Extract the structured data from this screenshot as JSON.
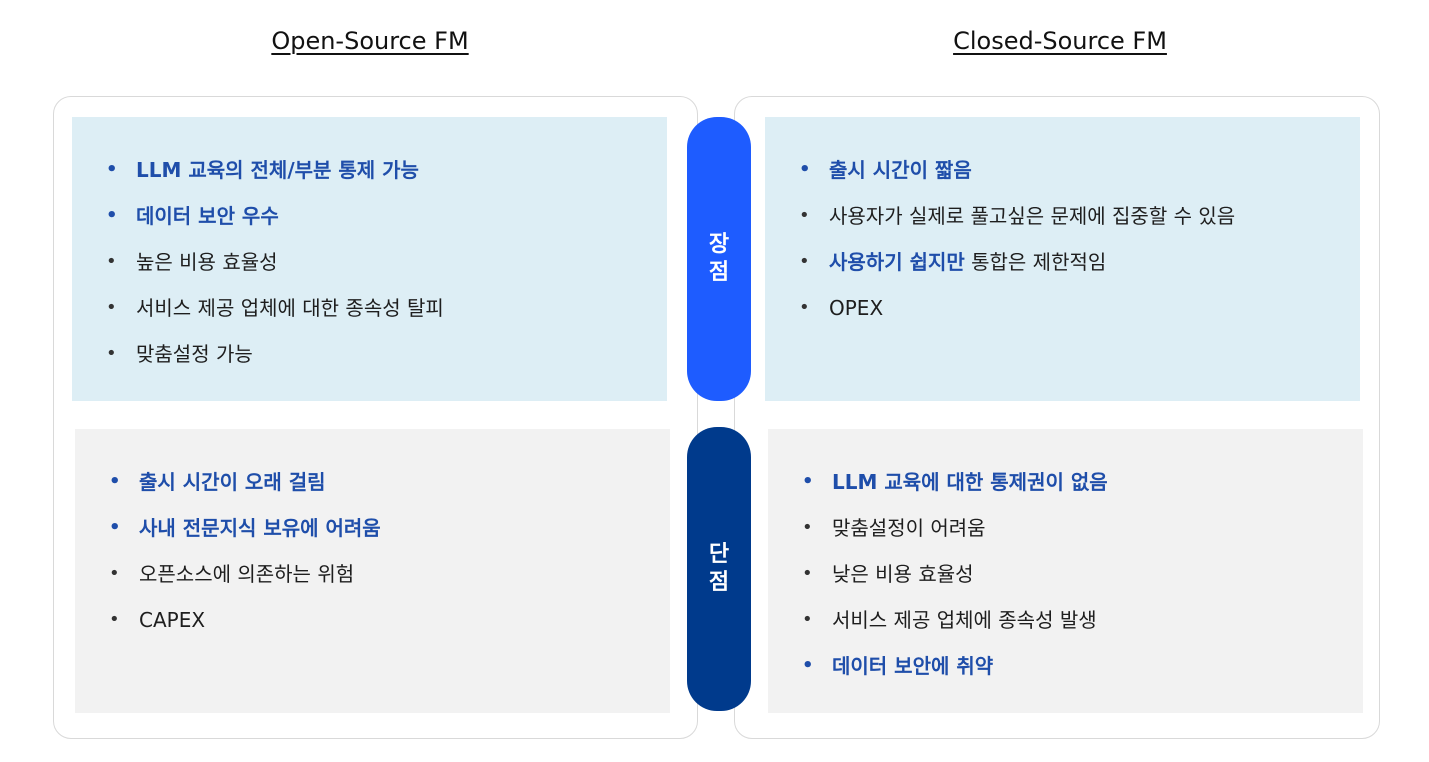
{
  "columns": {
    "open": {
      "title": "Open-Source FM"
    },
    "closed": {
      "title": "Closed-Source FM"
    }
  },
  "labels": {
    "pros": [
      "장",
      "점"
    ],
    "cons": [
      "단",
      "점"
    ]
  },
  "open_pros": [
    {
      "text": "LLM 교육의 전체/부분 통제 가능",
      "highlight": true
    },
    {
      "text": "데이터 보안 우수",
      "highlight": true
    },
    {
      "text": "높은 비용 효율성",
      "highlight": false
    },
    {
      "text": "서비스 제공 업체에 대한 종속성 탈피",
      "highlight": false
    },
    {
      "text": "맞춤설정 가능",
      "highlight": false
    }
  ],
  "closed_pros": [
    {
      "text": "출시 시간이 짧음",
      "highlight": true
    },
    {
      "text": "사용자가 실제로 풀고싶은 문제에 집중할 수 있음",
      "highlight": false
    },
    {
      "text_hl": "사용하기 쉽지만",
      "text_rest": " 통합은 제한적임",
      "partial": true
    },
    {
      "text": "OPEX",
      "highlight": false
    }
  ],
  "open_cons": [
    {
      "text": "출시 시간이 오래 걸림",
      "highlight": true
    },
    {
      "text": "사내 전문지식 보유에 어려움",
      "highlight": true
    },
    {
      "text": "오픈소스에 의존하는 위험",
      "highlight": false
    },
    {
      "text": "CAPEX",
      "highlight": false
    }
  ],
  "closed_cons": [
    {
      "text": "LLM 교육에 대한 통제권이 없음",
      "highlight": true
    },
    {
      "text": "맞춤설정이 어려움",
      "highlight": false
    },
    {
      "text": "낮은 비용 효율성",
      "highlight": false
    },
    {
      "text": "서비스 제공 업체에 종속성 발생",
      "highlight": false
    },
    {
      "text": "데이터 보안에 취약",
      "highlight": true
    }
  ],
  "colors": {
    "pro_panel": "#ddeef5",
    "con_panel": "#f2f2f2",
    "highlight_text": "#1f4eaa",
    "pro_pill": "#1e5cff",
    "con_pill": "#003a8c"
  }
}
